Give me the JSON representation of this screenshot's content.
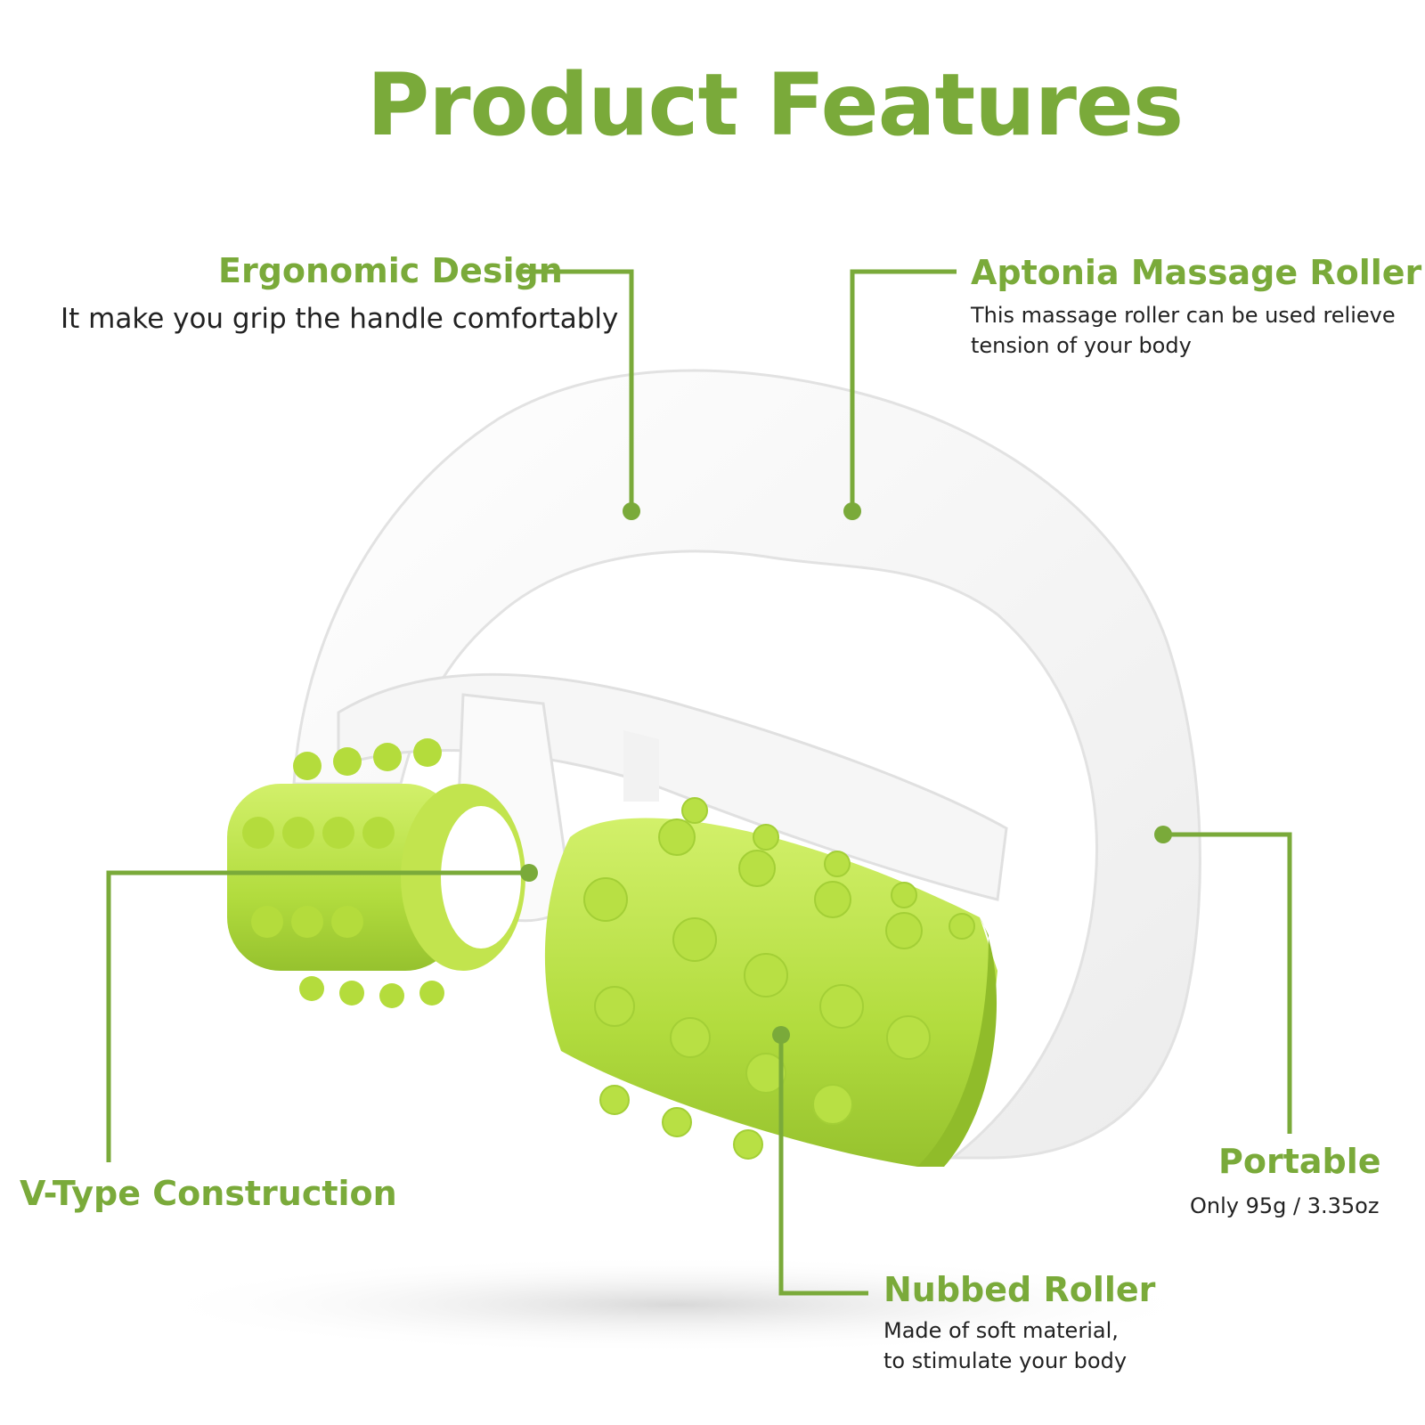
{
  "header": {
    "title": "Product Features"
  },
  "features": {
    "ergonomic": {
      "title": "Ergonomic Design",
      "description": "It make you grip the handle comfortably"
    },
    "aptonia": {
      "title": "Aptonia Massage Roller",
      "description_line1": "This massage roller can be used relieve",
      "description_line2": "tension of your body"
    },
    "vtype": {
      "title": "V-Type Construction"
    },
    "portable": {
      "title": "Portable",
      "description": "Only 95g / 3.35oz"
    },
    "nubbed": {
      "title": "Nubbed Roller",
      "description_line1": "Made of soft material,",
      "description_line2": "to stimulate your body"
    }
  },
  "colors": {
    "accent": "#7aaa3a",
    "roller": "#b8e04a",
    "handle": "#ffffff"
  },
  "product_image": {
    "icon": "massage-roller-illustration"
  }
}
